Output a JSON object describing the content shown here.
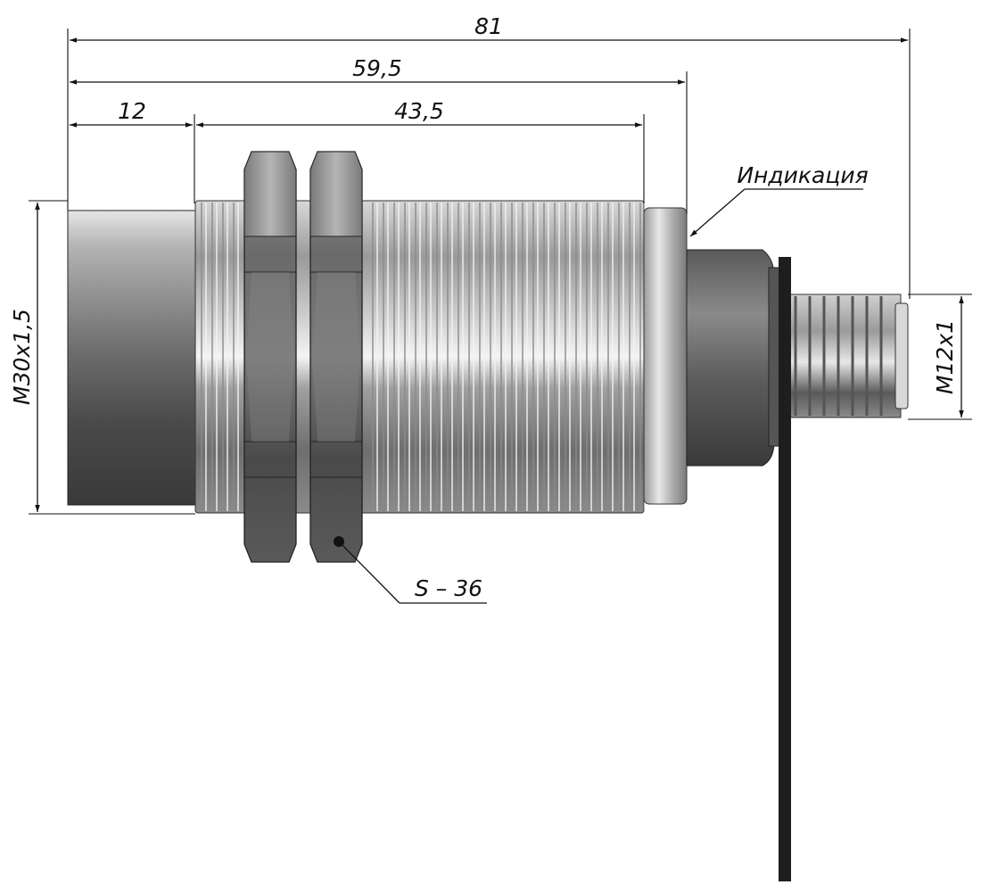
{
  "drawing": {
    "dimensions": {
      "overall_length": "81",
      "to_indicator": "59,5",
      "sensing_face": "12",
      "thread_length": "43,5",
      "body_thread": "M30x1,5",
      "connector_thread": "M12x1"
    },
    "labels": {
      "indication": "Индикация",
      "wrench_size": "S – 36"
    },
    "colors": {
      "line": "#111111",
      "metal_dark": "#3c3c3c",
      "metal_mid": "#8c8c8c",
      "metal_light": "#f0f0f0",
      "cable": "#1e1e1e"
    }
  }
}
